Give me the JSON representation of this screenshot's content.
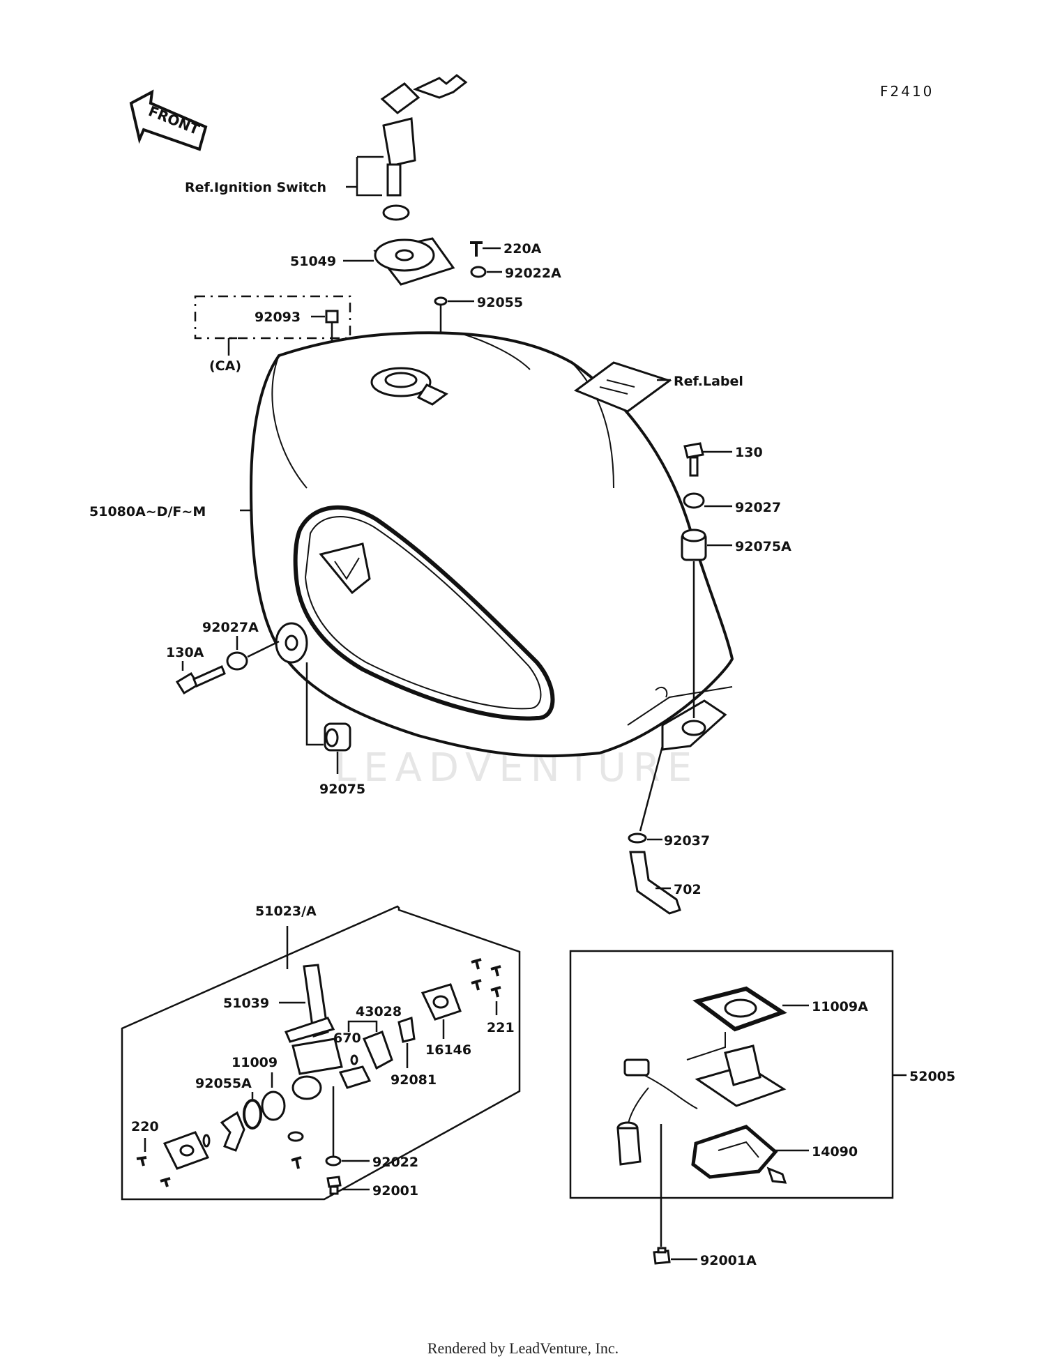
{
  "diagram": {
    "code": "F2410",
    "front_label": "FRONT",
    "watermark": "LEADVENTURE",
    "labels": {
      "ignition_switch": "Ref.Ignition Switch",
      "p51049": "51049",
      "p220A": "220A",
      "p92022A": "92022A",
      "p92055": "92055",
      "p92093": "92093",
      "ca": "(CA)",
      "ref_label": "Ref.Label",
      "p130": "130",
      "p92027": "92027",
      "p92075A": "92075A",
      "p51080": "51080A~D/F~M",
      "p92027A": "92027A",
      "p130A": "130A",
      "p92075": "92075",
      "p92037": "92037",
      "p702": "702",
      "p51023": "51023/A",
      "p51039": "51039",
      "p43028": "43028",
      "p670": "670",
      "p221": "221",
      "p16146": "16146",
      "p11009": "11009",
      "p92055A": "92055A",
      "p92081": "92081",
      "p220": "220",
      "p92022": "92022",
      "p92001": "92001",
      "p11009A": "11009A",
      "p52005": "52005",
      "p14090": "14090",
      "p92001A": "92001A"
    }
  },
  "footer": {
    "text": "Rendered by LeadVenture, Inc."
  }
}
